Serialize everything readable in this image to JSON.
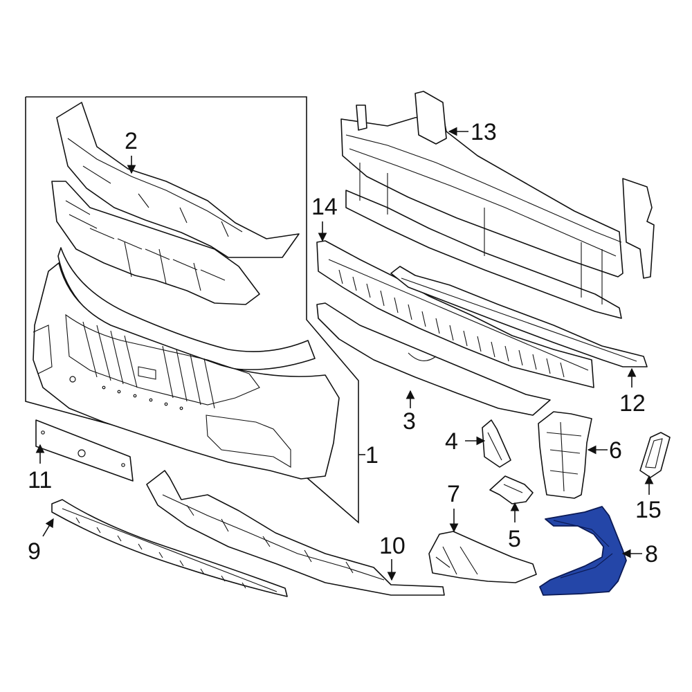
{
  "colors": {
    "highlight": "#2446a8",
    "line": "#111111",
    "background": "#ffffff"
  },
  "callouts": {
    "c1": "1",
    "c2": "2",
    "c3": "3",
    "c4": "4",
    "c5": "5",
    "c6": "6",
    "c7": "7",
    "c8": "8",
    "c9": "9",
    "c10": "10",
    "c11": "11",
    "c12": "12",
    "c13": "13",
    "c14": "14",
    "c15": "15"
  }
}
